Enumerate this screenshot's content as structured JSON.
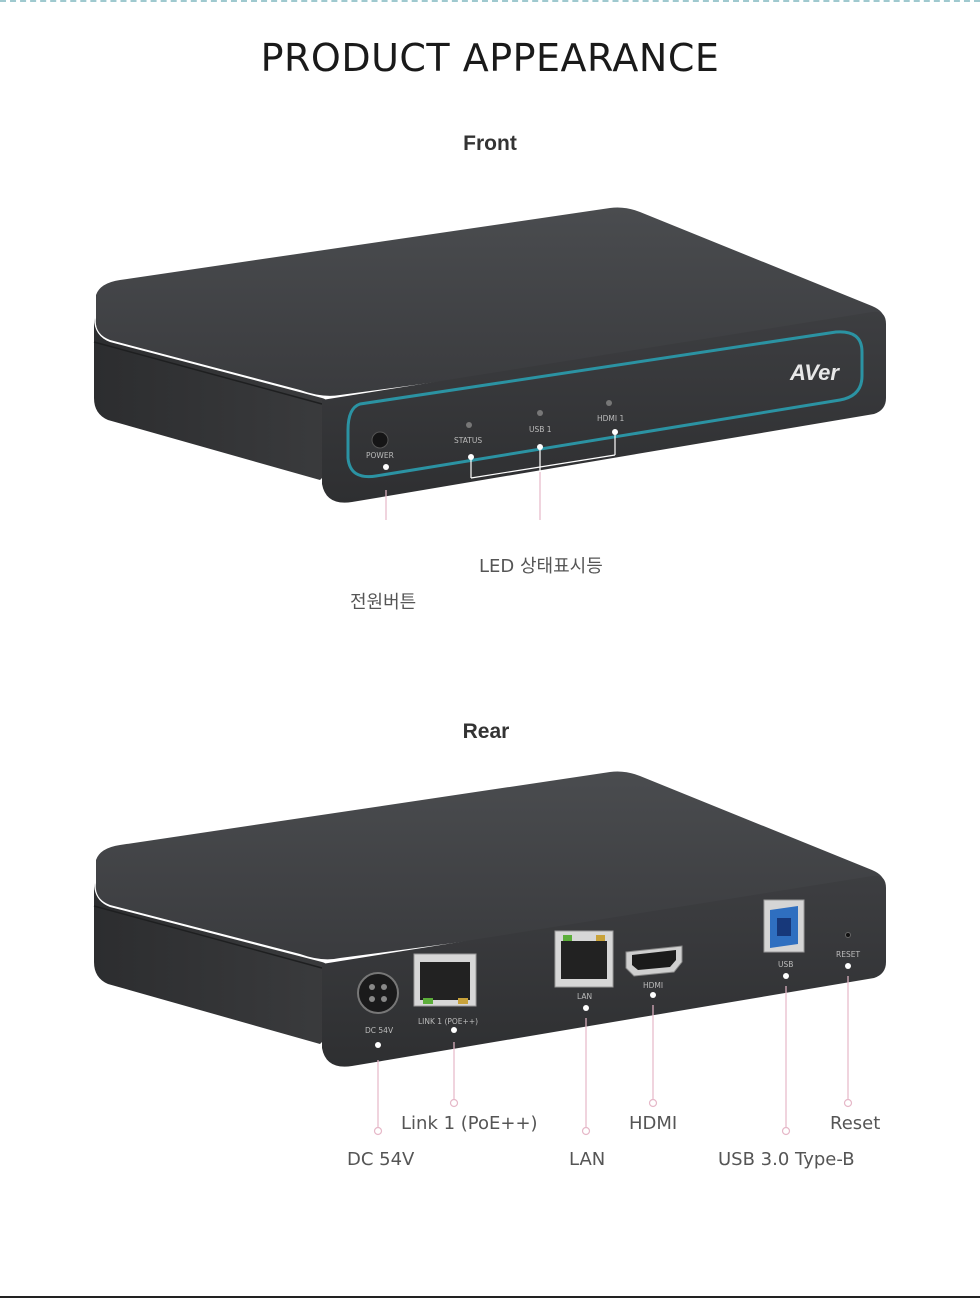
{
  "page": {
    "title": "PRODUCT APPEARANCE"
  },
  "front": {
    "heading": "Front",
    "brand_logo": "AVer",
    "panel_labels": {
      "power": "POWER",
      "status": "STATUS",
      "usb": "USB 1",
      "hdmi": "HDMI 1"
    },
    "callouts": {
      "power_button": "전원버튼",
      "led_status": "LED 상태표시등"
    }
  },
  "rear": {
    "heading": "Rear",
    "panel_labels": {
      "dc": "DC 54V",
      "link": "LINK 1 (POE++)",
      "lan": "LAN",
      "hdmi": "HDMI",
      "usb": "USB",
      "reset": "RESET"
    },
    "callouts": {
      "dc": "DC 54V",
      "link": "Link 1 (PoE++)",
      "lan": "LAN",
      "hdmi": "HDMI",
      "usb": "USB 3.0 Type-B",
      "reset": "Reset"
    }
  },
  "colors": {
    "device_body": "#3a3b3d",
    "accent_ring": "#2b93a3",
    "callout_pink": "#e6b8c8",
    "usb_blue": "#2f6fc0"
  },
  "icons": [
    "power-button-icon",
    "led-indicator-icon",
    "ethernet-port-icon",
    "hdmi-port-icon",
    "usb-b-port-icon",
    "dc-jack-icon"
  ]
}
